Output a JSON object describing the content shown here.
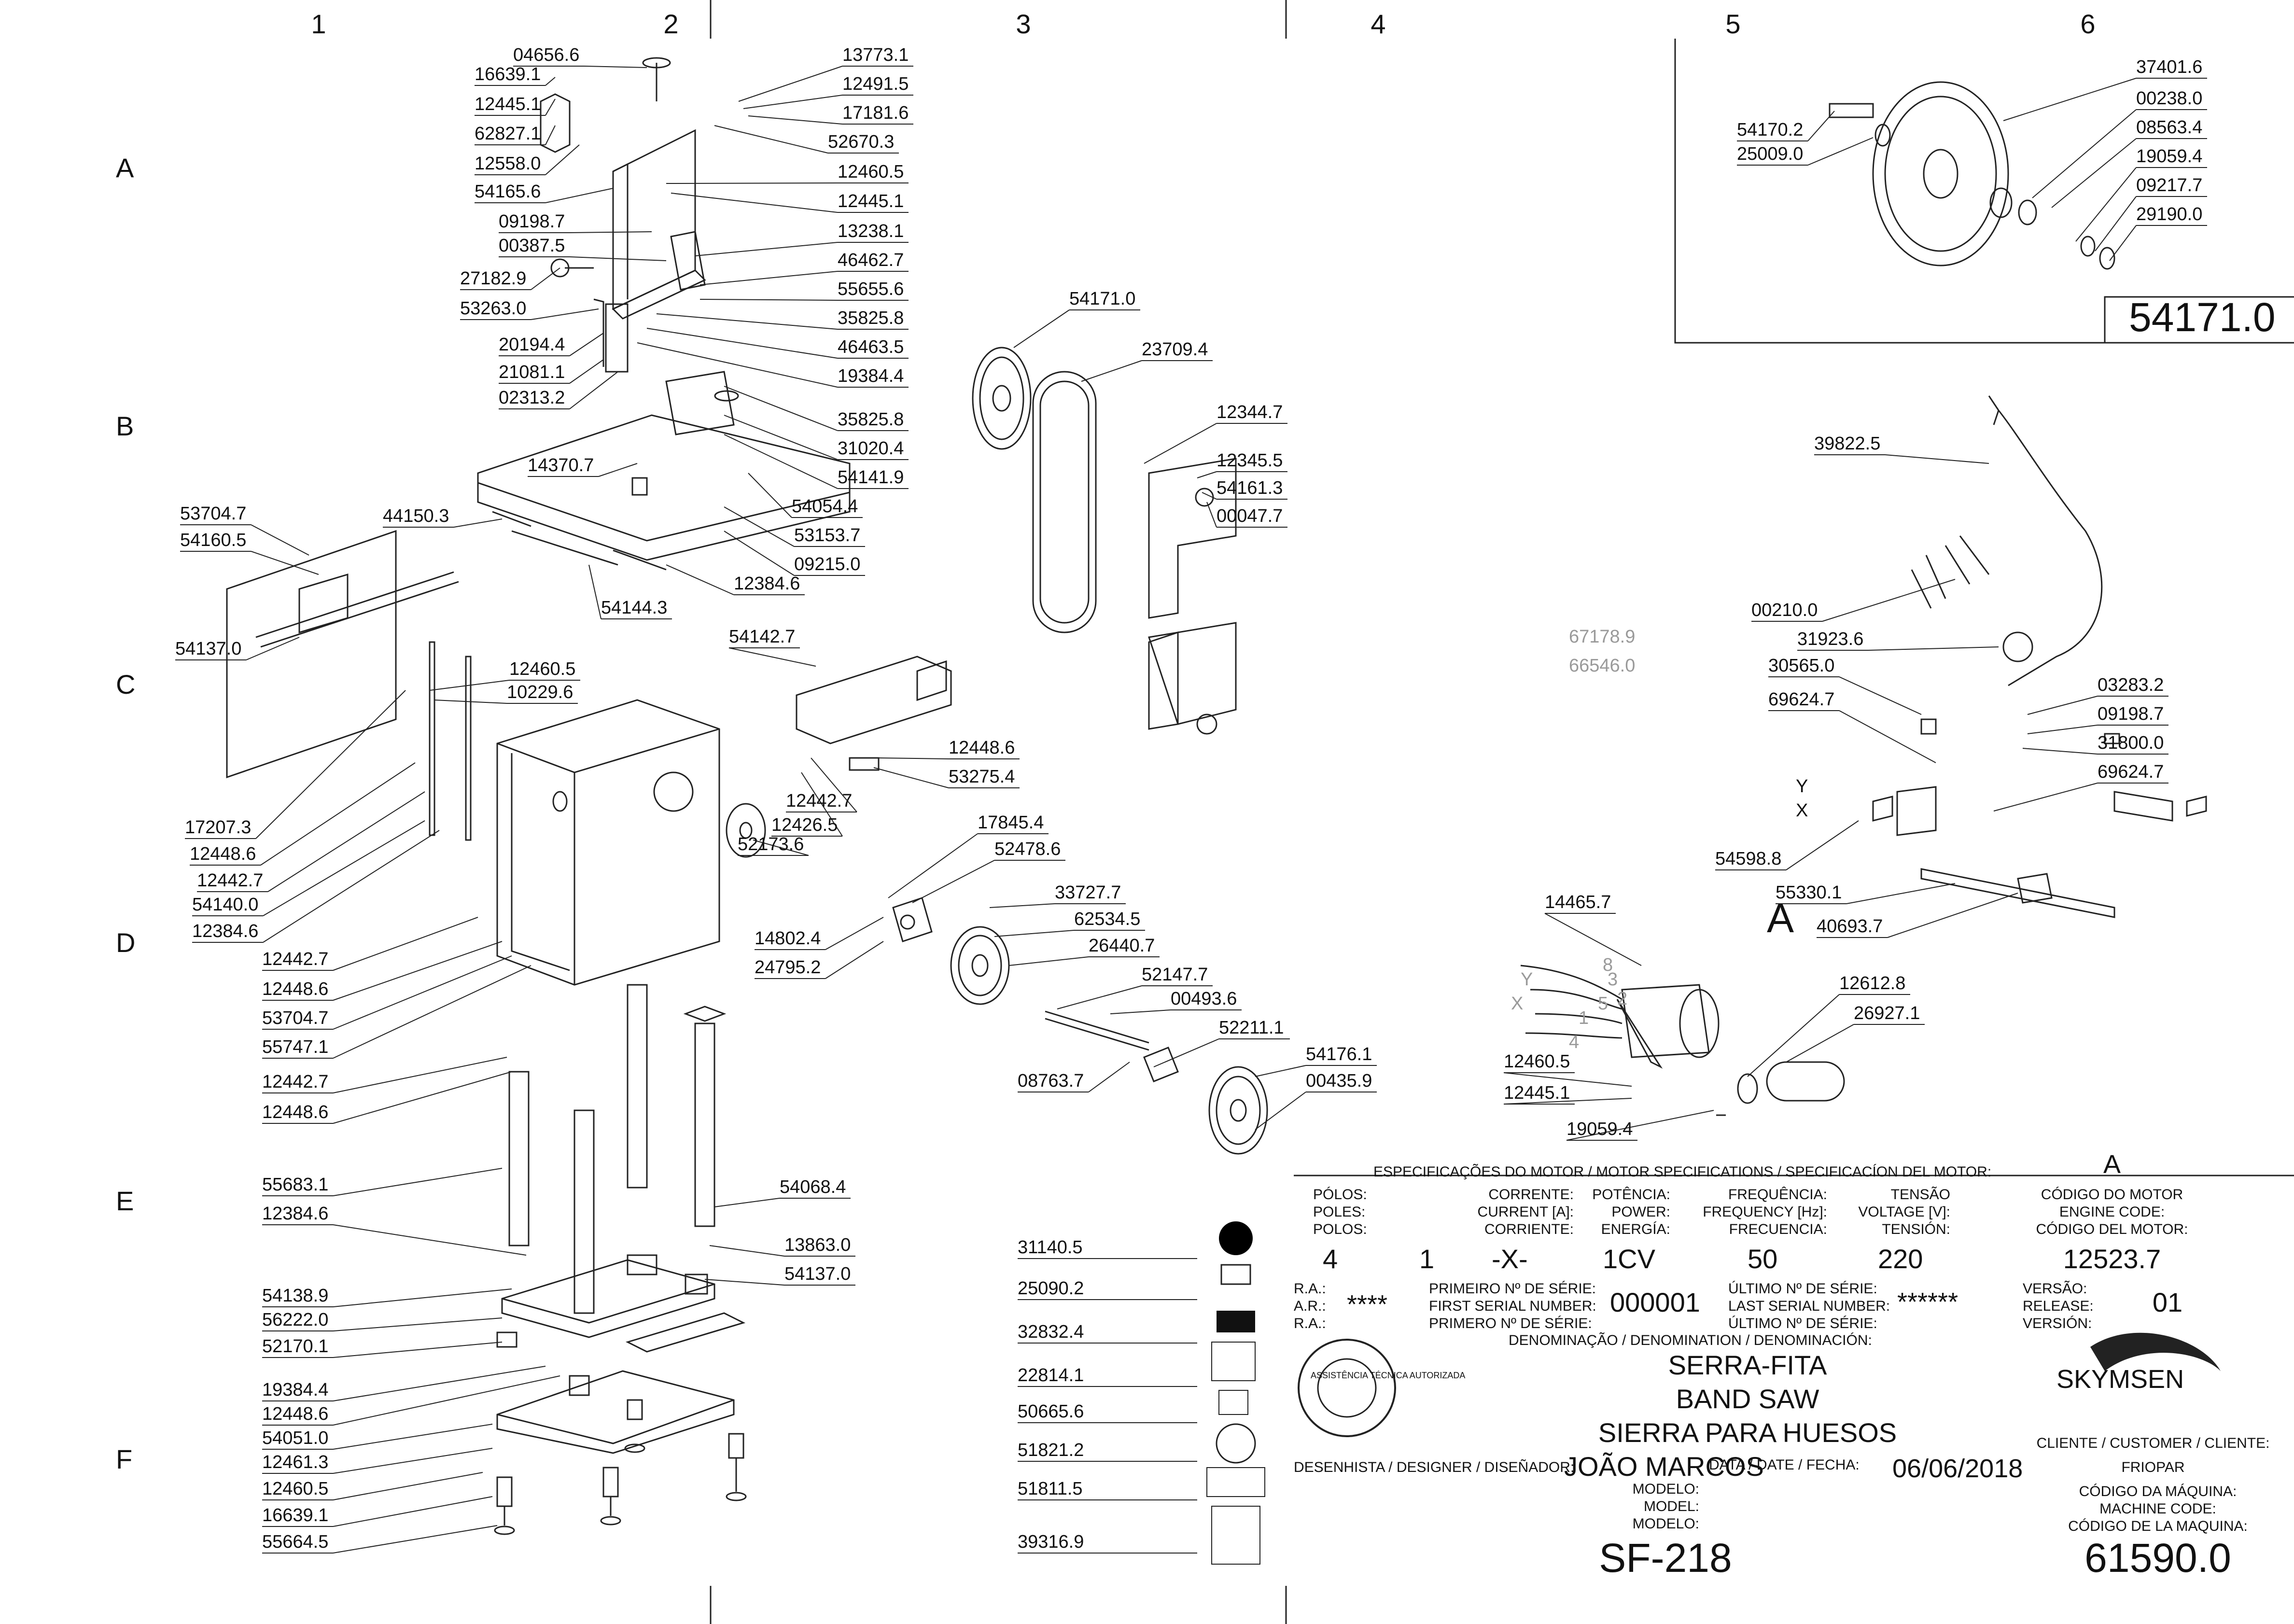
{
  "grid": {
    "columns": [
      "1",
      "2",
      "3",
      "4",
      "5",
      "6"
    ],
    "rows": [
      "A",
      "B",
      "C",
      "D",
      "E",
      "F"
    ]
  },
  "parts_main": [
    "04656.6",
    "16639.1",
    "12445.1",
    "62827.1",
    "12558.0",
    "54165.6",
    "09198.7",
    "00387.5",
    "27182.9",
    "53263.0",
    "20194.4",
    "21081.1",
    "02313.2",
    "13773.1",
    "12491.5",
    "17181.6",
    "52670.3",
    "12460.5",
    "12445.1",
    "13238.1",
    "46462.7",
    "55655.6",
    "35825.8",
    "46463.5",
    "19384.4",
    "35825.8",
    "31020.4",
    "54141.9",
    "54054.4",
    "53153.7",
    "09215.0",
    "14370.7",
    "44150.3",
    "12384.6",
    "54144.3",
    "53704.7",
    "54160.5",
    "54137.0",
    "12460.5",
    "10229.6",
    "17207.3",
    "12448.6",
    "12442.7",
    "54140.0",
    "12384.6",
    "12442.7",
    "12448.6",
    "53704.7",
    "55747.1",
    "12442.7",
    "12448.6",
    "55683.1",
    "12384.6",
    "54138.9",
    "56222.0",
    "52170.1",
    "19384.4",
    "12448.6",
    "54051.0",
    "12461.3",
    "12460.5",
    "16639.1",
    "55664.5",
    "54068.4",
    "13863.0",
    "54137.0"
  ],
  "parts_center": [
    "54171.0",
    "23709.4",
    "12344.7",
    "12345.5",
    "54161.3",
    "00047.7",
    "54142.7",
    "12448.6",
    "53275.4",
    "12442.7",
    "12426.5",
    "52173.6",
    "17845.4",
    "52478.6",
    "14802.4",
    "24795.2",
    "33727.7",
    "62534.5",
    "26440.7",
    "52147.7",
    "00493.6",
    "52211.1",
    "54176.1",
    "00435.9",
    "08763.7"
  ],
  "parts_ghost": [
    "67178.9",
    "66546.0"
  ],
  "labels_symbols": [
    "31140.5",
    "25090.2",
    "32832.4",
    "22814.1",
    "50665.6",
    "51821.2",
    "51811.5",
    "39316.9"
  ],
  "detail_box": {
    "parts": [
      "37401.6",
      "00238.0",
      "08563.4",
      "19059.4",
      "09217.7",
      "29190.0",
      "54170.2",
      "25009.0"
    ],
    "id": "54171.0"
  },
  "electrical": {
    "parts": [
      "39822.5",
      "00210.0",
      "31923.6",
      "30565.0",
      "69624.7",
      "03283.2",
      "09198.7",
      "31800.0",
      "69624.7",
      "54598.8",
      "55330.1",
      "40693.7"
    ],
    "axis_y": "Y",
    "axis_x": "X"
  },
  "motor": {
    "label": "A",
    "parts": [
      "14465.7",
      "12612.8",
      "26927.1",
      "12460.5",
      "12445.1",
      "19059.4"
    ],
    "phase_marks": [
      "Y",
      "X",
      "8",
      "3",
      "2",
      "5",
      "1",
      "4"
    ]
  },
  "spec_block": {
    "header": "ESPECIFICAÇÕES DO MOTOR / MOTOR SPECIFICATIONS / SPECIFICACÍON DEL MOTOR:",
    "motor_letter": "A",
    "poles_label": [
      "PÓLOS:",
      "POLES:",
      "POLOS:"
    ],
    "poles": "4",
    "poles_extra": "1",
    "current_label": [
      "CORRENTE:",
      "CURRENT [A]:",
      "CORRIENTE:"
    ],
    "current": "-X-",
    "power_label": [
      "POTÊNCIA:",
      "POWER:",
      "ENERGÍA:"
    ],
    "power": "1CV",
    "freq_label": [
      "FREQUÊNCIA:",
      "FREQUENCY [Hz]:",
      "FRECUENCIA:"
    ],
    "freq": "50",
    "voltage_label": [
      "TENSÃO",
      "VOLTAGE [V]:",
      "TENSIÓN:"
    ],
    "voltage": "220",
    "engine_code_label": [
      "CÓDIGO DO MOTOR",
      "ENGINE CODE:",
      "CÓDIGO DEL MOTOR:"
    ],
    "engine_code": "12523.7",
    "ra_label": [
      "R.A.:",
      "A.R.:",
      "R.A.:"
    ],
    "ra": "****",
    "first_serial_label": [
      "PRIMEIRO Nº DE SÉRIE:",
      "FIRST SERIAL NUMBER:",
      "PRIMERO Nº DE SÉRIE:"
    ],
    "first_serial": "000001",
    "last_serial_label": [
      "ÚLTIMO Nº DE SÉRIE:",
      "LAST SERIAL NUMBER:",
      "ÚLTIMO Nº DE SÉRIE:"
    ],
    "last_serial": "******",
    "version_label": [
      "VERSÃO:",
      "RELEASE:",
      "VERSIÓN:"
    ],
    "version": "01",
    "denomination_label": "DENOMINAÇÃO / DENOMINATION / DENOMINACIÓN:",
    "denomination": [
      "SERRA-FITA",
      "BAND SAW",
      "SIERRA PARA HUESOS"
    ],
    "brand": "SKYMSEN",
    "customer_label": "CLIENTE / CUSTOMER / CLIENTE:",
    "customer": "FRIOPAR",
    "designer_label": "DESENHISTA / DESIGNER / DISEÑADOR:",
    "designer": "JOÃO MARCOS",
    "date_label": "DATA / DATE / FECHA:",
    "date": "06/06/2018",
    "model_label": [
      "MODELO:",
      "MODEL:",
      "MODELO:"
    ],
    "model": "SF-218",
    "machine_code_label": [
      "CÓDIGO DA MÁQUINA:",
      "MACHINE CODE:",
      "CÓDIGO DE LA MAQUINA:"
    ],
    "machine_code": "61590.0",
    "seal_text": "ASSISTÊNCIA TÉCNICA AUTORIZADA"
  }
}
